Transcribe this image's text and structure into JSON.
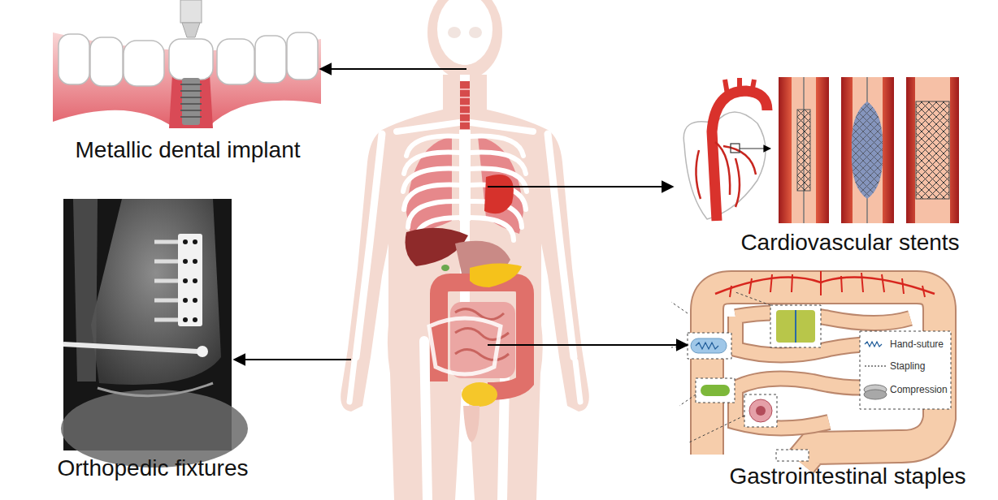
{
  "diagram": {
    "nodes": [
      {
        "text": [
          "Metallic dental implant"
        ]
      },
      {
        "text": [
          "Cardiovascular stents"
        ]
      },
      {
        "text": [
          "Orthopedic fixtures"
        ]
      },
      {
        "text": [
          "Gastrointestinal staples"
        ]
      }
    ],
    "labels": [
      "Hand-suture",
      "Stapling",
      "Compression"
    ]
  }
}
